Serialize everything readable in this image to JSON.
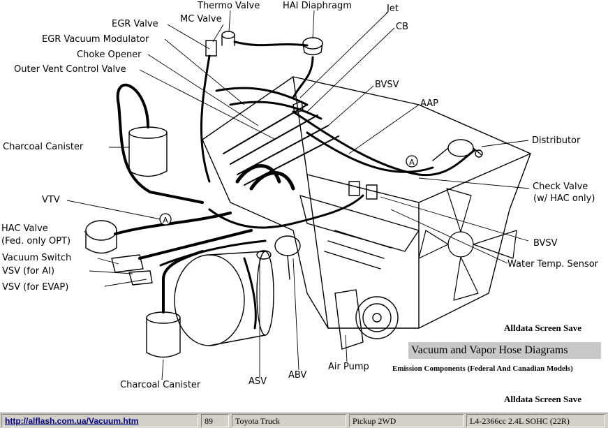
{
  "labels": {
    "thermo_valve": "Thermo Valve",
    "hai_diaphragm": "HAI Diaphragm",
    "egr_valve": "EGR Valve",
    "mc_valve": "MC Valve",
    "jet": "Jet",
    "cb": "CB",
    "egr_vacuum_modulator": "EGR Vacuum Modulator",
    "choke_opener": "Choke Opener",
    "outer_vent_control_valve": "Outer Vent Control Valve",
    "bvsv_top": "BVSV",
    "aap": "AAP",
    "distributor": "Distributor",
    "charcoal_canister_top": "Charcoal Canister",
    "check_valve": "Check Valve",
    "check_valve_note": "(w/ HAC only)",
    "vtv": "VTV",
    "hac_valve": "HAC Valve",
    "hac_valve_note": "(Fed. only OPT)",
    "vacuum_switch": "Vacuum Switch",
    "vsv_ai": "VSV (for AI)",
    "vsv_evap": "VSV (for EVAP)",
    "bvsv_bottom": "BVSV",
    "water_temp_sensor": "Water Temp. Sensor",
    "air_pump": "Air Pump",
    "asv": "ASV",
    "abv": "ABV",
    "charcoal_canister_bottom": "Charcoal Canister",
    "marker_a": "A"
  },
  "captions": {
    "screen_save_top": "Alldata Screen Save",
    "title": "Vacuum and Vapor Hose Diagrams",
    "subtitle": "Emission Components  (Federal And Canadian Models)",
    "screen_save_bottom": "Alldata Screen Save"
  },
  "statusbar": {
    "url": "http://alflash.com.ua/Vacuum.htm",
    "year": "89",
    "make": "Toyota Truck",
    "model": "Pickup 2WD",
    "engine": "L4-2366cc 2.4L SOHC (22R)"
  },
  "colors": {
    "status_bg": "#d4d0c8",
    "title_bg": "#c8c8c8",
    "link": "#00007f"
  }
}
